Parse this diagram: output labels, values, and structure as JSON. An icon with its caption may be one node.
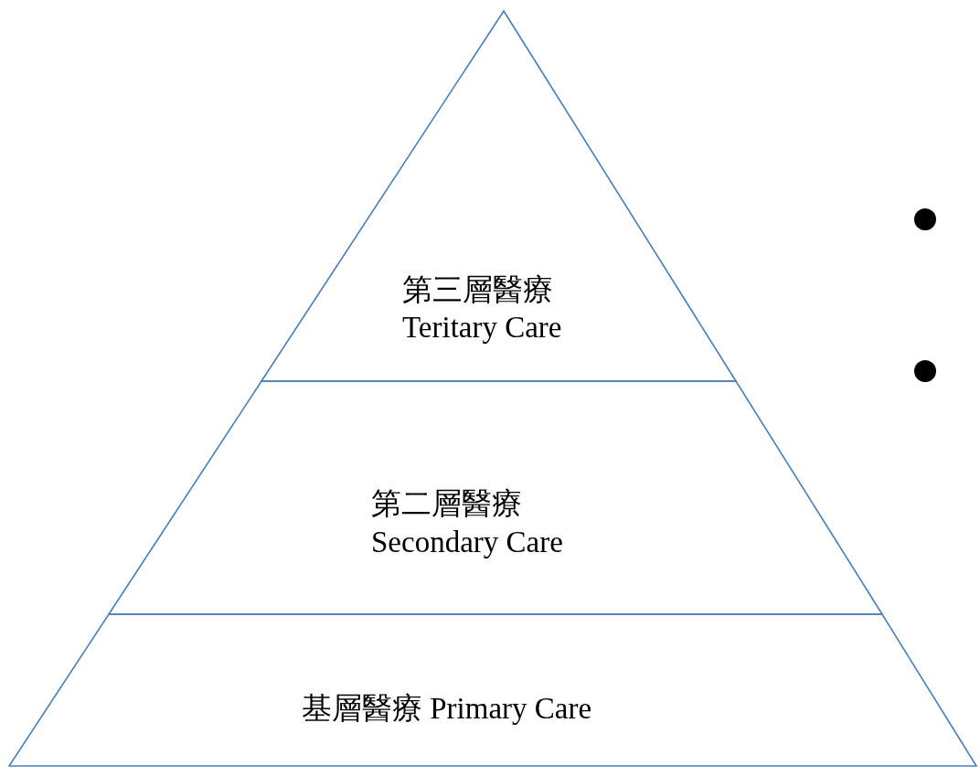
{
  "diagram": {
    "nodes": [
      {
        "text": [
          "第三層醫療",
          "Teritary Care"
        ]
      },
      {
        "text": [
          "第二層醫療",
          "Secondary Care"
        ]
      },
      {
        "text": [
          "基層醫療 Primary Care"
        ]
      }
    ]
  }
}
